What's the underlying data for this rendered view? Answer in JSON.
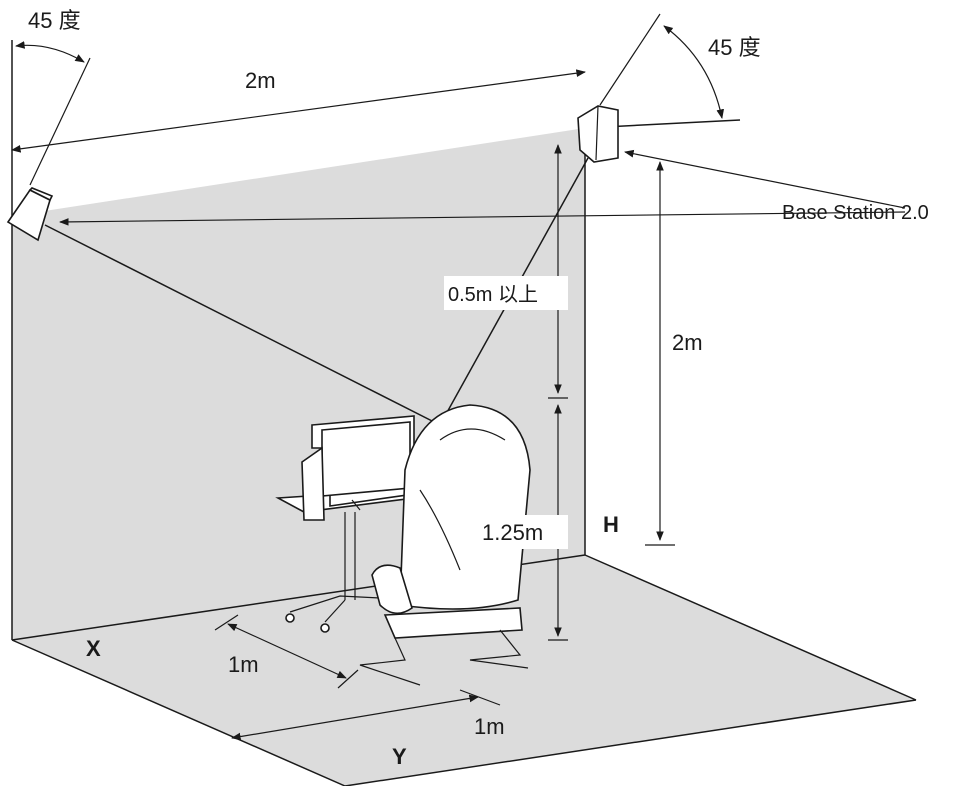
{
  "labels": {
    "angle_left": "45 度",
    "angle_right": "45 度",
    "station_span": "2m",
    "base_station": "Base Station 2.0",
    "min_clearance": "0.5m 以上",
    "station_height": "2m",
    "seat_height": "1.25m",
    "height_axis": "H",
    "x_axis": "X",
    "y_axis": "Y",
    "x_distance": "1m",
    "y_distance": "1m"
  },
  "colors": {
    "wall": "#dcdcdc",
    "floor": "#dcdcdc",
    "lines": "#1a1a1a"
  },
  "icons": {
    "left_station": "base-station-left",
    "right_station": "base-station-right",
    "chair": "racing-seat",
    "monitor": "monitor-stand"
  }
}
